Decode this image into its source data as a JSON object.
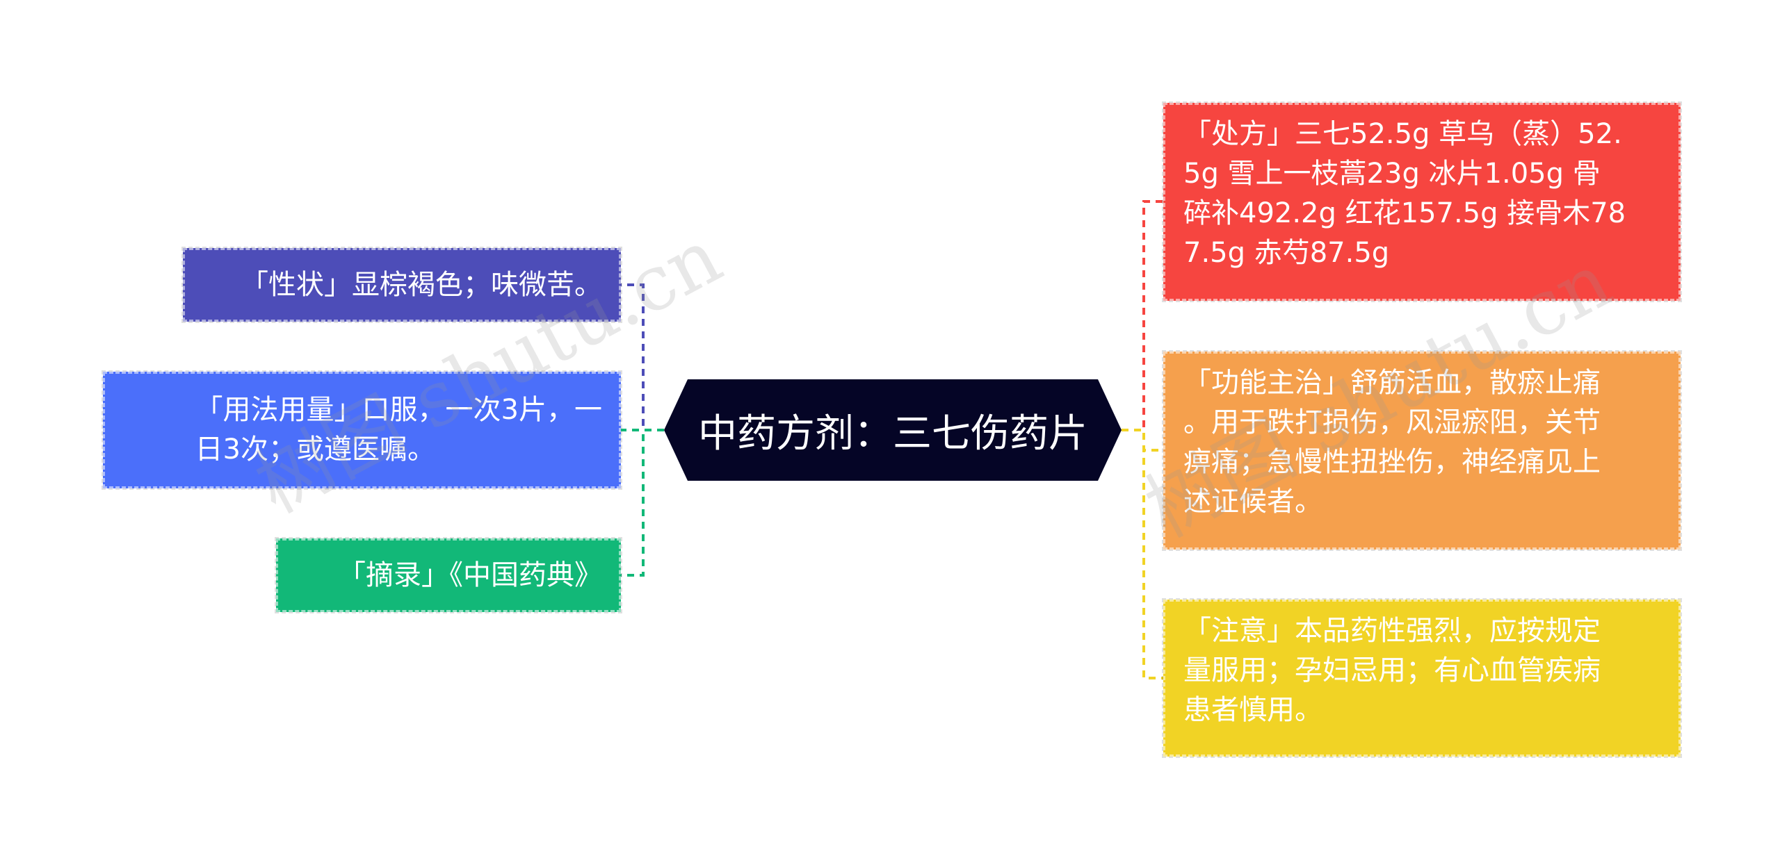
{
  "center": {
    "label": "中药方剂：三七伤药片",
    "color": "#050526"
  },
  "left_nodes": [
    {
      "id": "xingzhuang",
      "lines": [
        "「性状」显棕褐色；味微苦。"
      ],
      "color": "#4d4db8"
    },
    {
      "id": "yongfa",
      "lines": [
        "「用法用量」口服，一次3片，一",
        "日3次；或遵医嘱。"
      ],
      "color": "#4b6ffa"
    },
    {
      "id": "zhailu",
      "lines": [
        "「摘录」《中国药典》"
      ],
      "color": "#12b878"
    }
  ],
  "right_nodes": [
    {
      "id": "chufang",
      "lines": [
        "「处方」三七52.5g 草乌（蒸）52.",
        "5g 雪上一枝蒿23g 冰片1.05g 骨",
        "碎补492.2g 红花157.5g 接骨木78",
        "7.5g 赤芍87.5g"
      ],
      "color": "#f64540"
    },
    {
      "id": "gongneng",
      "lines": [
        "「功能主治」舒筋活血，散瘀止痛",
        "。用于跌打损伤，风湿瘀阻，关节",
        "痹痛；急慢性扭挫伤，神经痛见上",
        "述证候者。"
      ],
      "color": "#f5a04d"
    },
    {
      "id": "zhuyi",
      "lines": [
        "「注意」本品药性强烈，应按规定",
        "量服用；孕妇忌用；有心血管疾病",
        "患者慎用。"
      ],
      "color": "#f1d325"
    }
  ],
  "watermark": {
    "text": "树图 shutu.cn"
  }
}
